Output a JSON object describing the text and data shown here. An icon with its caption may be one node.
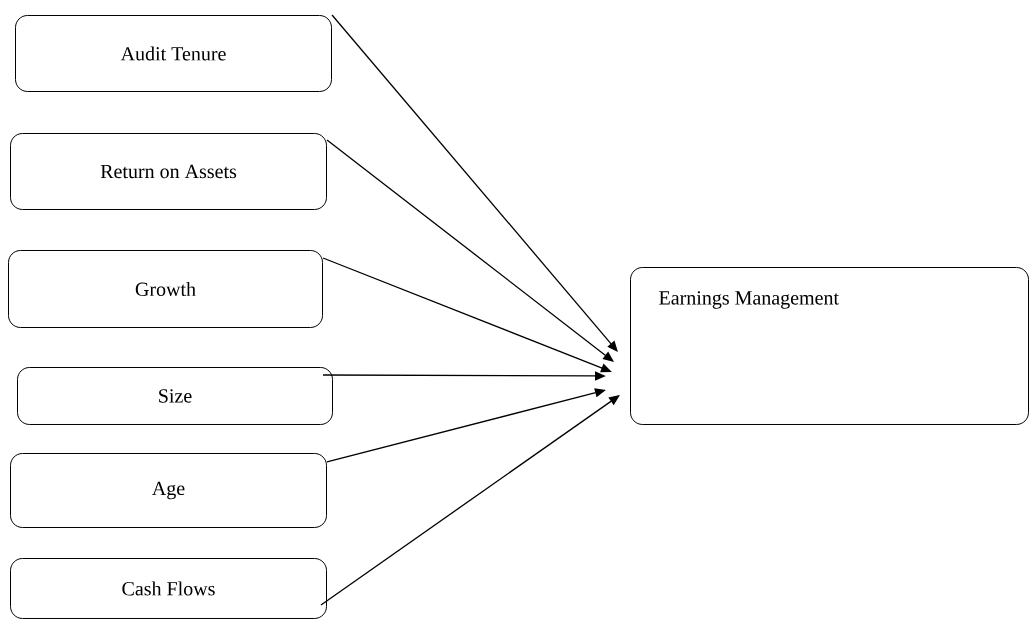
{
  "diagram": {
    "nodes": [
      {
        "text": [
          "Audit Tenure"
        ]
      },
      {
        "text": [
          "Return on Assets"
        ]
      },
      {
        "text": [
          "Growth"
        ]
      },
      {
        "text": [
          "Size"
        ]
      },
      {
        "text": [
          "Age"
        ]
      },
      {
        "text": [
          "Cash Flows"
        ]
      },
      {
        "text": [
          "Earnings Management"
        ]
      }
    ],
    "edges": [
      {
        "from": 0,
        "to": 6,
        "arrow": "to"
      },
      {
        "from": 1,
        "to": 6,
        "arrow": "to"
      },
      {
        "from": 2,
        "to": 6,
        "arrow": "to"
      },
      {
        "from": 3,
        "to": 6,
        "arrow": "to"
      },
      {
        "from": 4,
        "to": 6,
        "arrow": "to"
      },
      {
        "from": 5,
        "to": 6,
        "arrow": "to"
      }
    ]
  }
}
